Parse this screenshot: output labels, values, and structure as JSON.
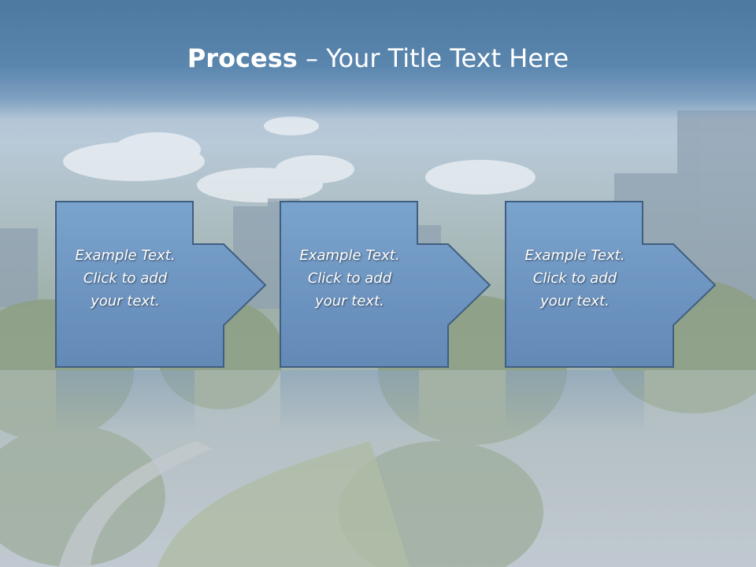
{
  "slide": {
    "title_bold": "Process",
    "title_rest": " – Your Title Text Here"
  },
  "steps": [
    {
      "line1": "Example Text.",
      "line2": "Click  to add",
      "line3": "your text."
    },
    {
      "line1": "Example Text.",
      "line2": "Click  to add",
      "line3": "your text."
    },
    {
      "line1": "Example Text.",
      "line2": "Click  to add",
      "line3": "your text."
    }
  ],
  "colors": {
    "title_band": "#5a86ae",
    "box_fill": "#6a95c2",
    "box_stroke": "#3f5f80",
    "text": "#ffffff"
  }
}
